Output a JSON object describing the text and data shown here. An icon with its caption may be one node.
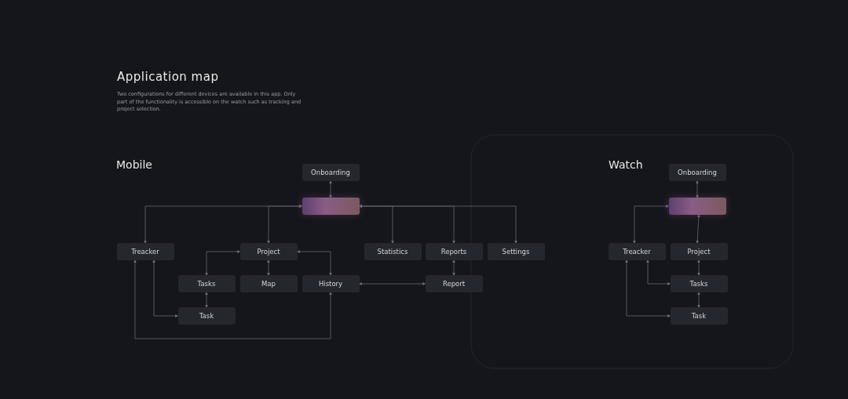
{
  "diagram": {
    "title": "Application map",
    "nodes": [
      {
        "text": [
          "Onboarding"
        ]
      },
      {
        "text": [],
        "shape": "box"
      },
      {
        "text": [
          "Treacker"
        ]
      },
      {
        "text": [
          "Project"
        ]
      },
      {
        "text": [
          "Statistics"
        ]
      },
      {
        "text": [
          "Reports"
        ]
      },
      {
        "text": [
          "Settings"
        ]
      },
      {
        "text": [
          "Tasks"
        ]
      },
      {
        "text": [
          "Map"
        ]
      },
      {
        "text": [
          "History"
        ]
      },
      {
        "text": [
          "Report"
        ]
      },
      {
        "text": [
          "Task"
        ]
      },
      {
        "text": [
          "Onboarding"
        ]
      },
      {
        "text": [],
        "shape": "box"
      },
      {
        "text": [
          "Treacker"
        ]
      },
      {
        "text": [
          "Project"
        ]
      },
      {
        "text": [
          "Tasks"
        ]
      },
      {
        "text": [
          "Task"
        ]
      }
    ],
    "edges": [
      {
        "from": 0,
        "to": 1,
        "arrow": "both"
      },
      {
        "from": 1,
        "to": 2,
        "arrow": "both"
      },
      {
        "from": 1,
        "to": 3,
        "arrow": "both"
      },
      {
        "from": 1,
        "to": 4,
        "arrow": "both"
      },
      {
        "from": 1,
        "to": 5,
        "arrow": "both"
      },
      {
        "from": 1,
        "to": 6,
        "arrow": "both"
      },
      {
        "from": 3,
        "to": 7,
        "arrow": "both"
      },
      {
        "from": 3,
        "to": 8,
        "arrow": "both"
      },
      {
        "from": 3,
        "to": 9,
        "arrow": "both"
      },
      {
        "from": 7,
        "to": 11,
        "arrow": "both"
      },
      {
        "from": 2,
        "to": 11,
        "arrow": "both"
      },
      {
        "from": 2,
        "to": 9,
        "arrow": "both"
      },
      {
        "from": 10,
        "to": 9,
        "arrow": "both"
      },
      {
        "from": 5,
        "to": 10,
        "arrow": "both"
      },
      {
        "from": 12,
        "to": 13,
        "arrow": "both"
      },
      {
        "from": 13,
        "to": 14,
        "arrow": "both"
      },
      {
        "from": 13,
        "to": 15,
        "arrow": "both"
      },
      {
        "from": 15,
        "to": 16,
        "arrow": "both"
      },
      {
        "from": 16,
        "to": 17,
        "arrow": "both"
      },
      {
        "from": 14,
        "to": 16,
        "arrow": "both"
      },
      {
        "from": 14,
        "to": 17,
        "arrow": "both"
      }
    ],
    "labels": [
      "Two configurations for different devices are available in this app. Only part of the functionality is accessible on the watch such as tracking and project selection.",
      "Mobile",
      "Watch"
    ]
  }
}
